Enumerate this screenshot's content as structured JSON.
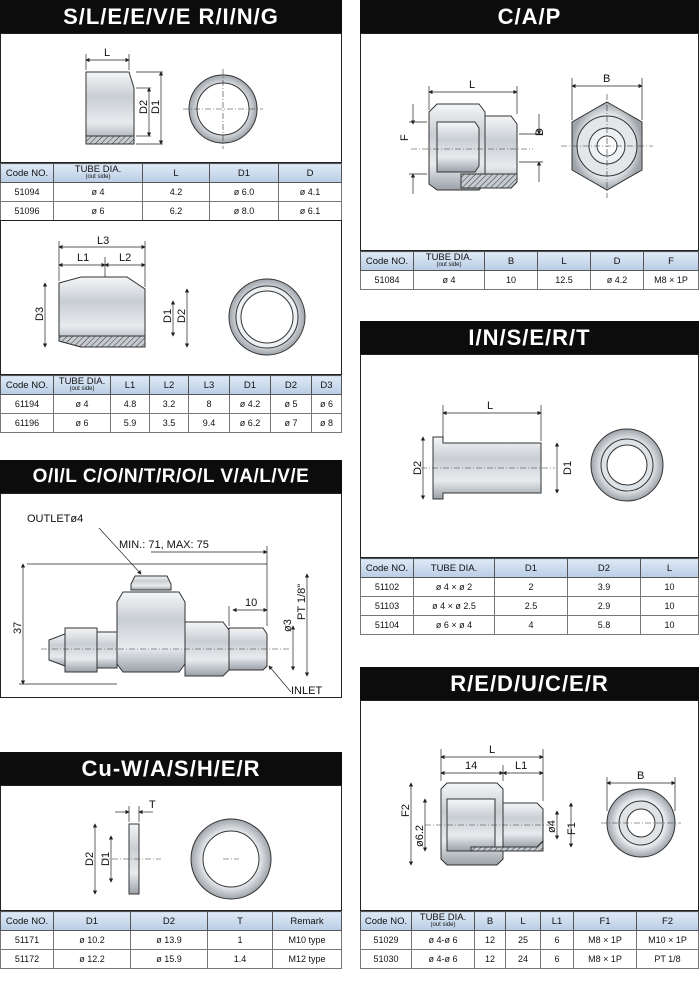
{
  "sleeve_ring": {
    "title": "S/L/E/E/V/E  R/I/N/G",
    "drawing1_labels": {
      "L": "L",
      "D1": "D1",
      "D2": "D2"
    },
    "table1": {
      "headers": [
        "Code NO.",
        "TUBE DIA.",
        "L",
        "D1",
        "D"
      ],
      "subheader": "(out side)",
      "rows": [
        [
          "51094",
          "ø 4",
          "4.2",
          "ø 6.0",
          "ø 4.1"
        ],
        [
          "51096",
          "ø 6",
          "6.2",
          "ø 8.0",
          "ø 6.1"
        ]
      ]
    },
    "drawing2_labels": {
      "L3": "L3",
      "L1": "L1",
      "L2": "L2",
      "D1": "D1",
      "D2": "D2",
      "D3": "D3"
    },
    "table2": {
      "headers": [
        "Code NO.",
        "TUBE DIA.",
        "L1",
        "L2",
        "L3",
        "D1",
        "D2",
        "D3"
      ],
      "subheader": "(out side)",
      "rows": [
        [
          "61194",
          "ø 4",
          "4.8",
          "3.2",
          "8",
          "ø 4.2",
          "ø 5",
          "ø 6"
        ],
        [
          "61196",
          "ø 6",
          "5.9",
          "3.5",
          "9.4",
          "ø 6.2",
          "ø 7",
          "ø 8"
        ]
      ]
    }
  },
  "cap": {
    "title": "C/A/P",
    "drawing_labels": {
      "L": "L",
      "B": "B",
      "F": "F",
      "D": "D"
    },
    "table": {
      "headers": [
        "Code NO.",
        "TUBE DIA.",
        "B",
        "L",
        "D",
        "F"
      ],
      "subheader": "(out side)",
      "rows": [
        [
          "51084",
          "ø 4",
          "10",
          "12.5",
          "ø 4.2",
          "M8 × 1P"
        ]
      ]
    }
  },
  "insert": {
    "title": "I/N/S/E/R/T",
    "drawing_labels": {
      "L": "L",
      "D1": "D1",
      "D2": "D2"
    },
    "table": {
      "headers": [
        "Code NO.",
        "TUBE DIA.",
        "D1",
        "D2",
        "L"
      ],
      "rows": [
        [
          "51102",
          "ø 4 × ø 2",
          "2",
          "3.9",
          "10"
        ],
        [
          "51103",
          "ø 4 × ø 2.5",
          "2.5",
          "2.9",
          "10"
        ],
        [
          "51104",
          "ø 6 × ø 4",
          "4",
          "5.8",
          "10"
        ]
      ]
    }
  },
  "valve": {
    "title": "O/I/L  C/O/N/T/R/O/L  V/A/L/V/E",
    "labels": {
      "outlet": "OUTLETø4",
      "range": "MIN.: 71, MAX: 75",
      "h37": "37",
      "d10": "10",
      "phi3": "ø3",
      "pt": "PT 1/8\"",
      "inlet": "INLET"
    }
  },
  "washer": {
    "title": "Cu-W/A/S/H/E/R",
    "drawing_labels": {
      "T": "T",
      "D1": "D1",
      "D2": "D2"
    },
    "table": {
      "headers": [
        "Code NO.",
        "D1",
        "D2",
        "T",
        "Remark"
      ],
      "rows": [
        [
          "51171",
          "ø 10.2",
          "ø 13.9",
          "1",
          "M10  type"
        ],
        [
          "51172",
          "ø 12.2",
          "ø 15.9",
          "1.4",
          "M12  type"
        ]
      ]
    }
  },
  "reducer": {
    "title": "R/E/D/U/C/E/R",
    "drawing_labels": {
      "L": "L",
      "L14": "14",
      "L1": "L1",
      "F2": "F2",
      "phi62": "ø6.2",
      "phi4": "ø4",
      "F1": "F1",
      "B": "B"
    },
    "table": {
      "headers": [
        "Code NO.",
        "TUBE DIA.",
        "B",
        "L",
        "L1",
        "F1",
        "F2"
      ],
      "subheader": "(out side)",
      "rows": [
        [
          "51029",
          "ø 4-ø 6",
          "12",
          "25",
          "6",
          "M8 × 1P",
          "M10 × 1P"
        ],
        [
          "51030",
          "ø 4-ø 6",
          "12",
          "24",
          "6",
          "M8 × 1P",
          "PT  1/8"
        ]
      ]
    }
  }
}
